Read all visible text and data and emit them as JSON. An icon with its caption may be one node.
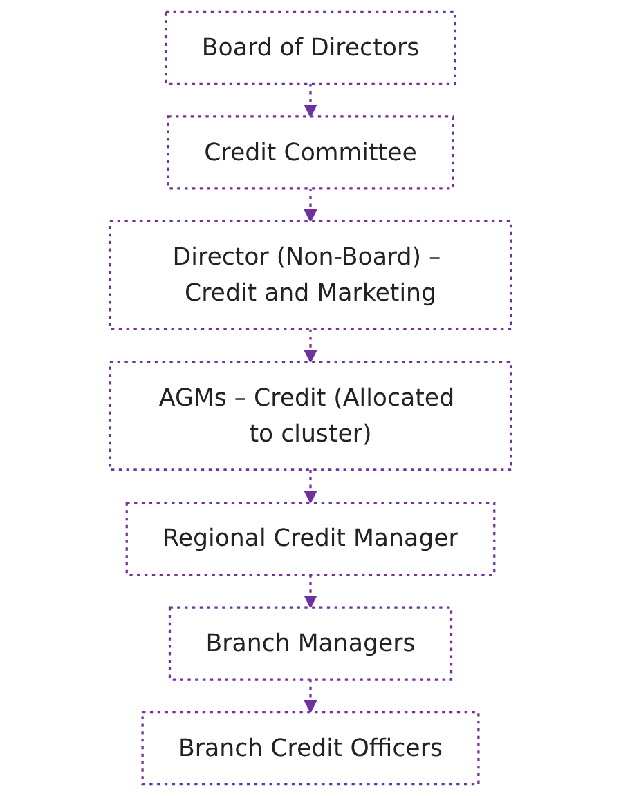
{
  "diagram": {
    "nodes": [
      {
        "text": [
          "Board of Directors"
        ]
      },
      {
        "text": [
          "Credit Committee"
        ]
      },
      {
        "text": [
          "Director (Non-Board) – Credit and Marketing"
        ]
      },
      {
        "text": [
          "AGMs – Credit (Allocated to cluster)"
        ]
      },
      {
        "text": [
          "Regional Credit Manager"
        ]
      },
      {
        "text": [
          "Branch Managers"
        ]
      },
      {
        "text": [
          "Branch Credit Officers"
        ]
      }
    ],
    "edges": [
      {
        "from": 0,
        "to": 1,
        "arrow": "to",
        "style": "dashed"
      },
      {
        "from": 1,
        "to": 2,
        "arrow": "to",
        "style": "dashed"
      },
      {
        "from": 2,
        "to": 3,
        "arrow": "to",
        "style": "dashed"
      },
      {
        "from": 3,
        "to": 4,
        "arrow": "to",
        "style": "dashed"
      },
      {
        "from": 4,
        "to": 5,
        "arrow": "to",
        "style": "dashed"
      },
      {
        "from": 5,
        "to": 6,
        "arrow": "to",
        "style": "dashed"
      }
    ]
  }
}
